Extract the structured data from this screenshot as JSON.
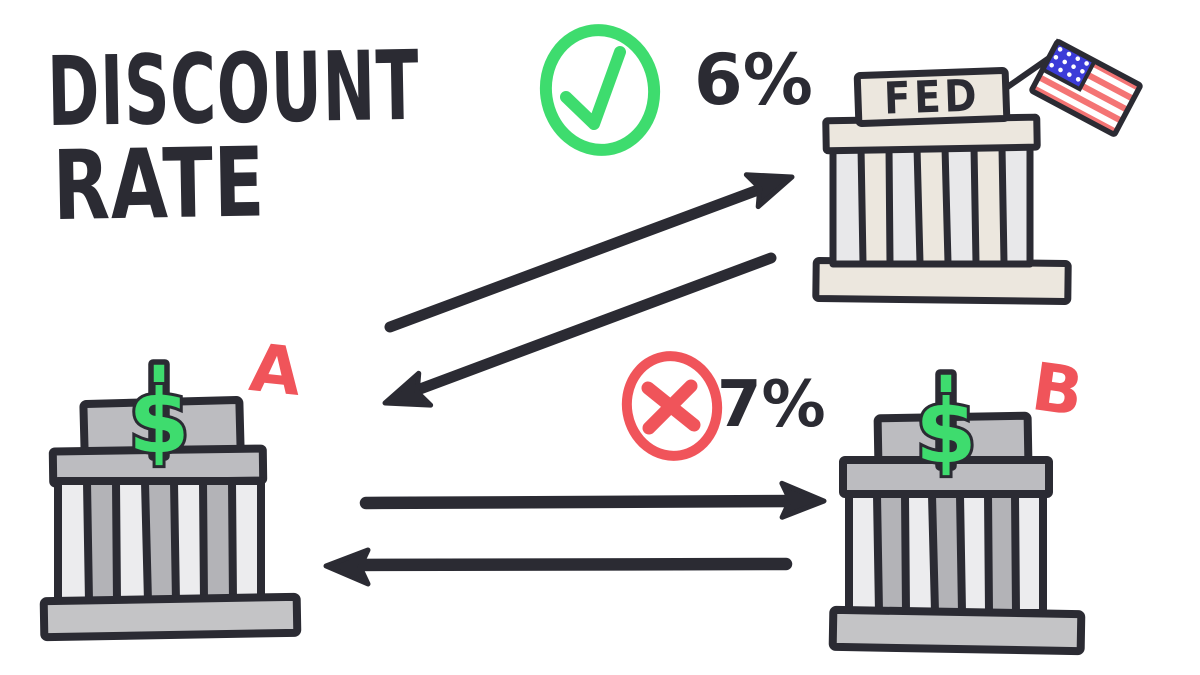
{
  "title": {
    "line1": "DISCOUNT",
    "line2": "RATE"
  },
  "fed_building": {
    "name": "FED",
    "flag": "american-flag"
  },
  "banks": {
    "a": {
      "label": "A",
      "symbol": "$"
    },
    "b": {
      "label": "B",
      "symbol": "$"
    }
  },
  "rates": {
    "discount_rate": {
      "value": "6%",
      "icon": "check-circle-icon"
    },
    "interbank_rate": {
      "value": "7%",
      "icon": "x-circle-icon"
    }
  },
  "connections": [
    {
      "from": "bank-a",
      "to": "fed",
      "type": "bidirectional-arrows"
    },
    {
      "from": "bank-a",
      "to": "bank-b",
      "type": "bidirectional-arrows"
    }
  ],
  "colors": {
    "background": "#ffffff",
    "ink": "#2b2b33",
    "green": "#3edc6e",
    "red": "#f0545a",
    "bank_gray": "#bcbcc0",
    "bank_gray_col": "#b3b3b7",
    "bank_light": "#ececee",
    "bank_base": "#c4c4c6",
    "fed_cream": "#ece7de",
    "fed_light": "#e8e8ea",
    "flag_blue": "#3c3cd8",
    "flag_red": "#f47474"
  }
}
